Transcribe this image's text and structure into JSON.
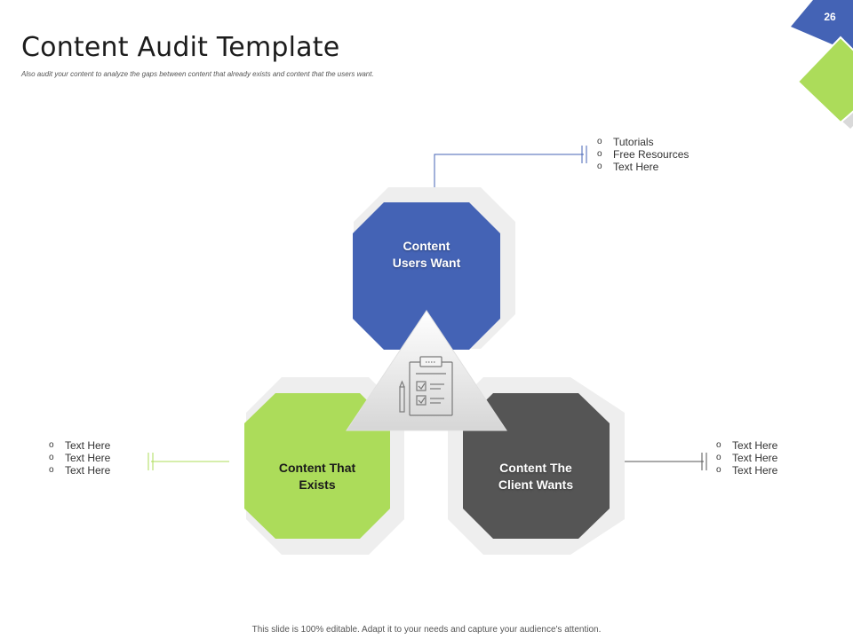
{
  "slide": {
    "title": "Content Audit Template",
    "subtitle": "Also audit your content to analyze  the gaps between content that already exists and content that the users want.",
    "page_number": "26",
    "footer": "This slide is 100% editable.  Adapt it to your needs and capture your audience's attention."
  },
  "colors": {
    "blue": "#4463b5",
    "green": "#acdc5a",
    "dark": "#555555",
    "halo": "#eeeeee"
  },
  "diagram": {
    "top": {
      "label_line1": "Content",
      "label_line2": "Users Want",
      "bullets": [
        "Tutorials",
        "Free Resources",
        "Text Here"
      ]
    },
    "left": {
      "label_line1": "Content That",
      "label_line2": "Exists",
      "bullets": [
        "Text Here",
        "Text Here",
        "Text Here"
      ]
    },
    "right": {
      "label_line1": "Content The",
      "label_line2": "Client Wants",
      "bullets": [
        "Text Here",
        "Text Here",
        "Text Here"
      ]
    },
    "center_icon": "clipboard-checklist-icon"
  }
}
